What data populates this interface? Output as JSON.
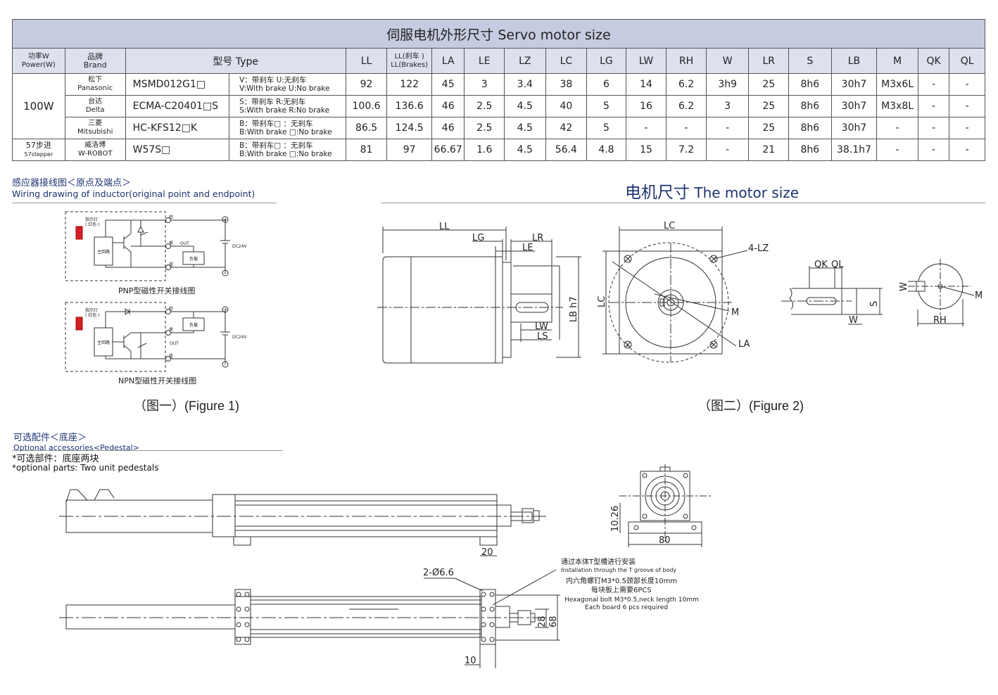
{
  "table": {
    "title": "伺服电机外形尺寸  Servo motor size",
    "headers": {
      "power_cn": "功率W",
      "power_en": "Power(W)",
      "brand_cn": "品牌",
      "brand_en": "Brand",
      "type": "型号 Type",
      "ll": "LL",
      "ll_brake_cn": "LL(刹车 )",
      "ll_brake_en": "LL(Brakes)",
      "cols": [
        "LA",
        "LE",
        "LZ",
        "LC",
        "LG",
        "LW",
        "RH",
        "W",
        "LR",
        "S",
        "LB",
        "M",
        "QK",
        "QL"
      ]
    },
    "power_100": "100W",
    "power_57_cn": "57步进",
    "power_57_en": "57stepper",
    "rows": [
      {
        "brand_cn": "松下",
        "brand_en": "Panasonic",
        "model": "MSMD012G1□",
        "desc1": "V：带刹车 U:无刹车",
        "desc2": "V:With brake  U:No brake",
        "vals": [
          "92",
          "122",
          "45",
          "3",
          "3.4",
          "38",
          "6",
          "14",
          "6.2",
          "3h9",
          "25",
          "8h6",
          "30h7",
          "M3x6L",
          "-",
          "-"
        ]
      },
      {
        "brand_cn": "台达",
        "brand_en": "Delta",
        "model": "ECMA-C20401□S",
        "desc1": "S：带刹车 R:无刹车",
        "desc2": "S:With brake  R:No brake",
        "vals": [
          "100.6",
          "136.6",
          "46",
          "2.5",
          "4.5",
          "40",
          "5",
          "16",
          "6.2",
          "3",
          "25",
          "8h6",
          "30h7",
          "M3x8L",
          "-",
          "-"
        ]
      },
      {
        "brand_cn": "三菱",
        "brand_en": "Mitsubishi",
        "model": "HC-KFS12□K",
        "desc1": "B：带刹车□  ：无刹车",
        "desc2": "B:With brake  □:No brake",
        "vals": [
          "86.5",
          "124.5",
          "46",
          "2.5",
          "4.5",
          "42",
          "5",
          "-",
          "-",
          "-",
          "25",
          "8h6",
          "30h7",
          "-",
          "-",
          "-"
        ]
      },
      {
        "brand_cn": "威洛博",
        "brand_en": "W-ROBOT",
        "model": "W57S□",
        "desc1": "B：带刹车□  ：无刹车",
        "desc2": "B:With brake  □:No brake",
        "vals": [
          "81",
          "97",
          "66.67",
          "1.6",
          "4.5",
          "56.4",
          "4.8",
          "15",
          "7.2",
          "-",
          "21",
          "8h6",
          "38.1h7",
          "-",
          "-",
          "-"
        ]
      }
    ]
  },
  "wiring": {
    "title_cn": "感应器接线图＜原点及端点＞",
    "title_en": "Wiring drawing of inductor(original point and endpoint)",
    "pnp_caption": "PNP型磁性开关接线图",
    "npn_caption": "NPN型磁性开关接线图",
    "figure1": "（图一）(Figure 1)",
    "lamp": "指示灯",
    "lamp_red": "( 红色 )",
    "main_circuit": "主回路",
    "out": "OUT",
    "load": "负载",
    "dc": "DC24V",
    "brown": "棕",
    "black": "黑",
    "blue": "蓝",
    "plus": "+",
    "minus": "-"
  },
  "motor": {
    "title_cn": "电机尺寸",
    "title_en": " The motor size",
    "figure2": "（图二）(Figure 2)",
    "labels": {
      "LL": "LL",
      "LG": "LG",
      "LR": "LR",
      "LE": "LE",
      "LW": "LW",
      "LS": "LS",
      "LBh7": "LB h7",
      "LC": "LC",
      "LC_side": "LC",
      "LZ4": "4-LZ",
      "M": "M",
      "LA": "LA",
      "QK": "QK",
      "QL": "QL",
      "S": "S",
      "W": "W",
      "W2": "W",
      "M2": "M",
      "RH": "RH"
    }
  },
  "accessories": {
    "title_cn": "可选配件＜底座＞",
    "title_en": "Optional accessories<Pedestal>",
    "note_cn": "*可选部件：底座两块",
    "note_en": "*optional parts: Two unit pedestals",
    "dims": {
      "d20": "20",
      "d80": "80",
      "d10_26": "10.26",
      "hole": "2-Ø6.6",
      "d28": "28",
      "d68": "68",
      "d10": "10"
    },
    "install_cn": "通过本体T型槽进行安装",
    "install_en": "Installation through the T groove of body",
    "bolt_cn": "内六角螺钉M3*0.5颈部长度10mm",
    "board_cn": "每块板上需要6PCS",
    "bolt_en": "Hexagonal bolt M3*0.5,neck length 10mm",
    "board_en": "Each board 6 pcs required"
  }
}
